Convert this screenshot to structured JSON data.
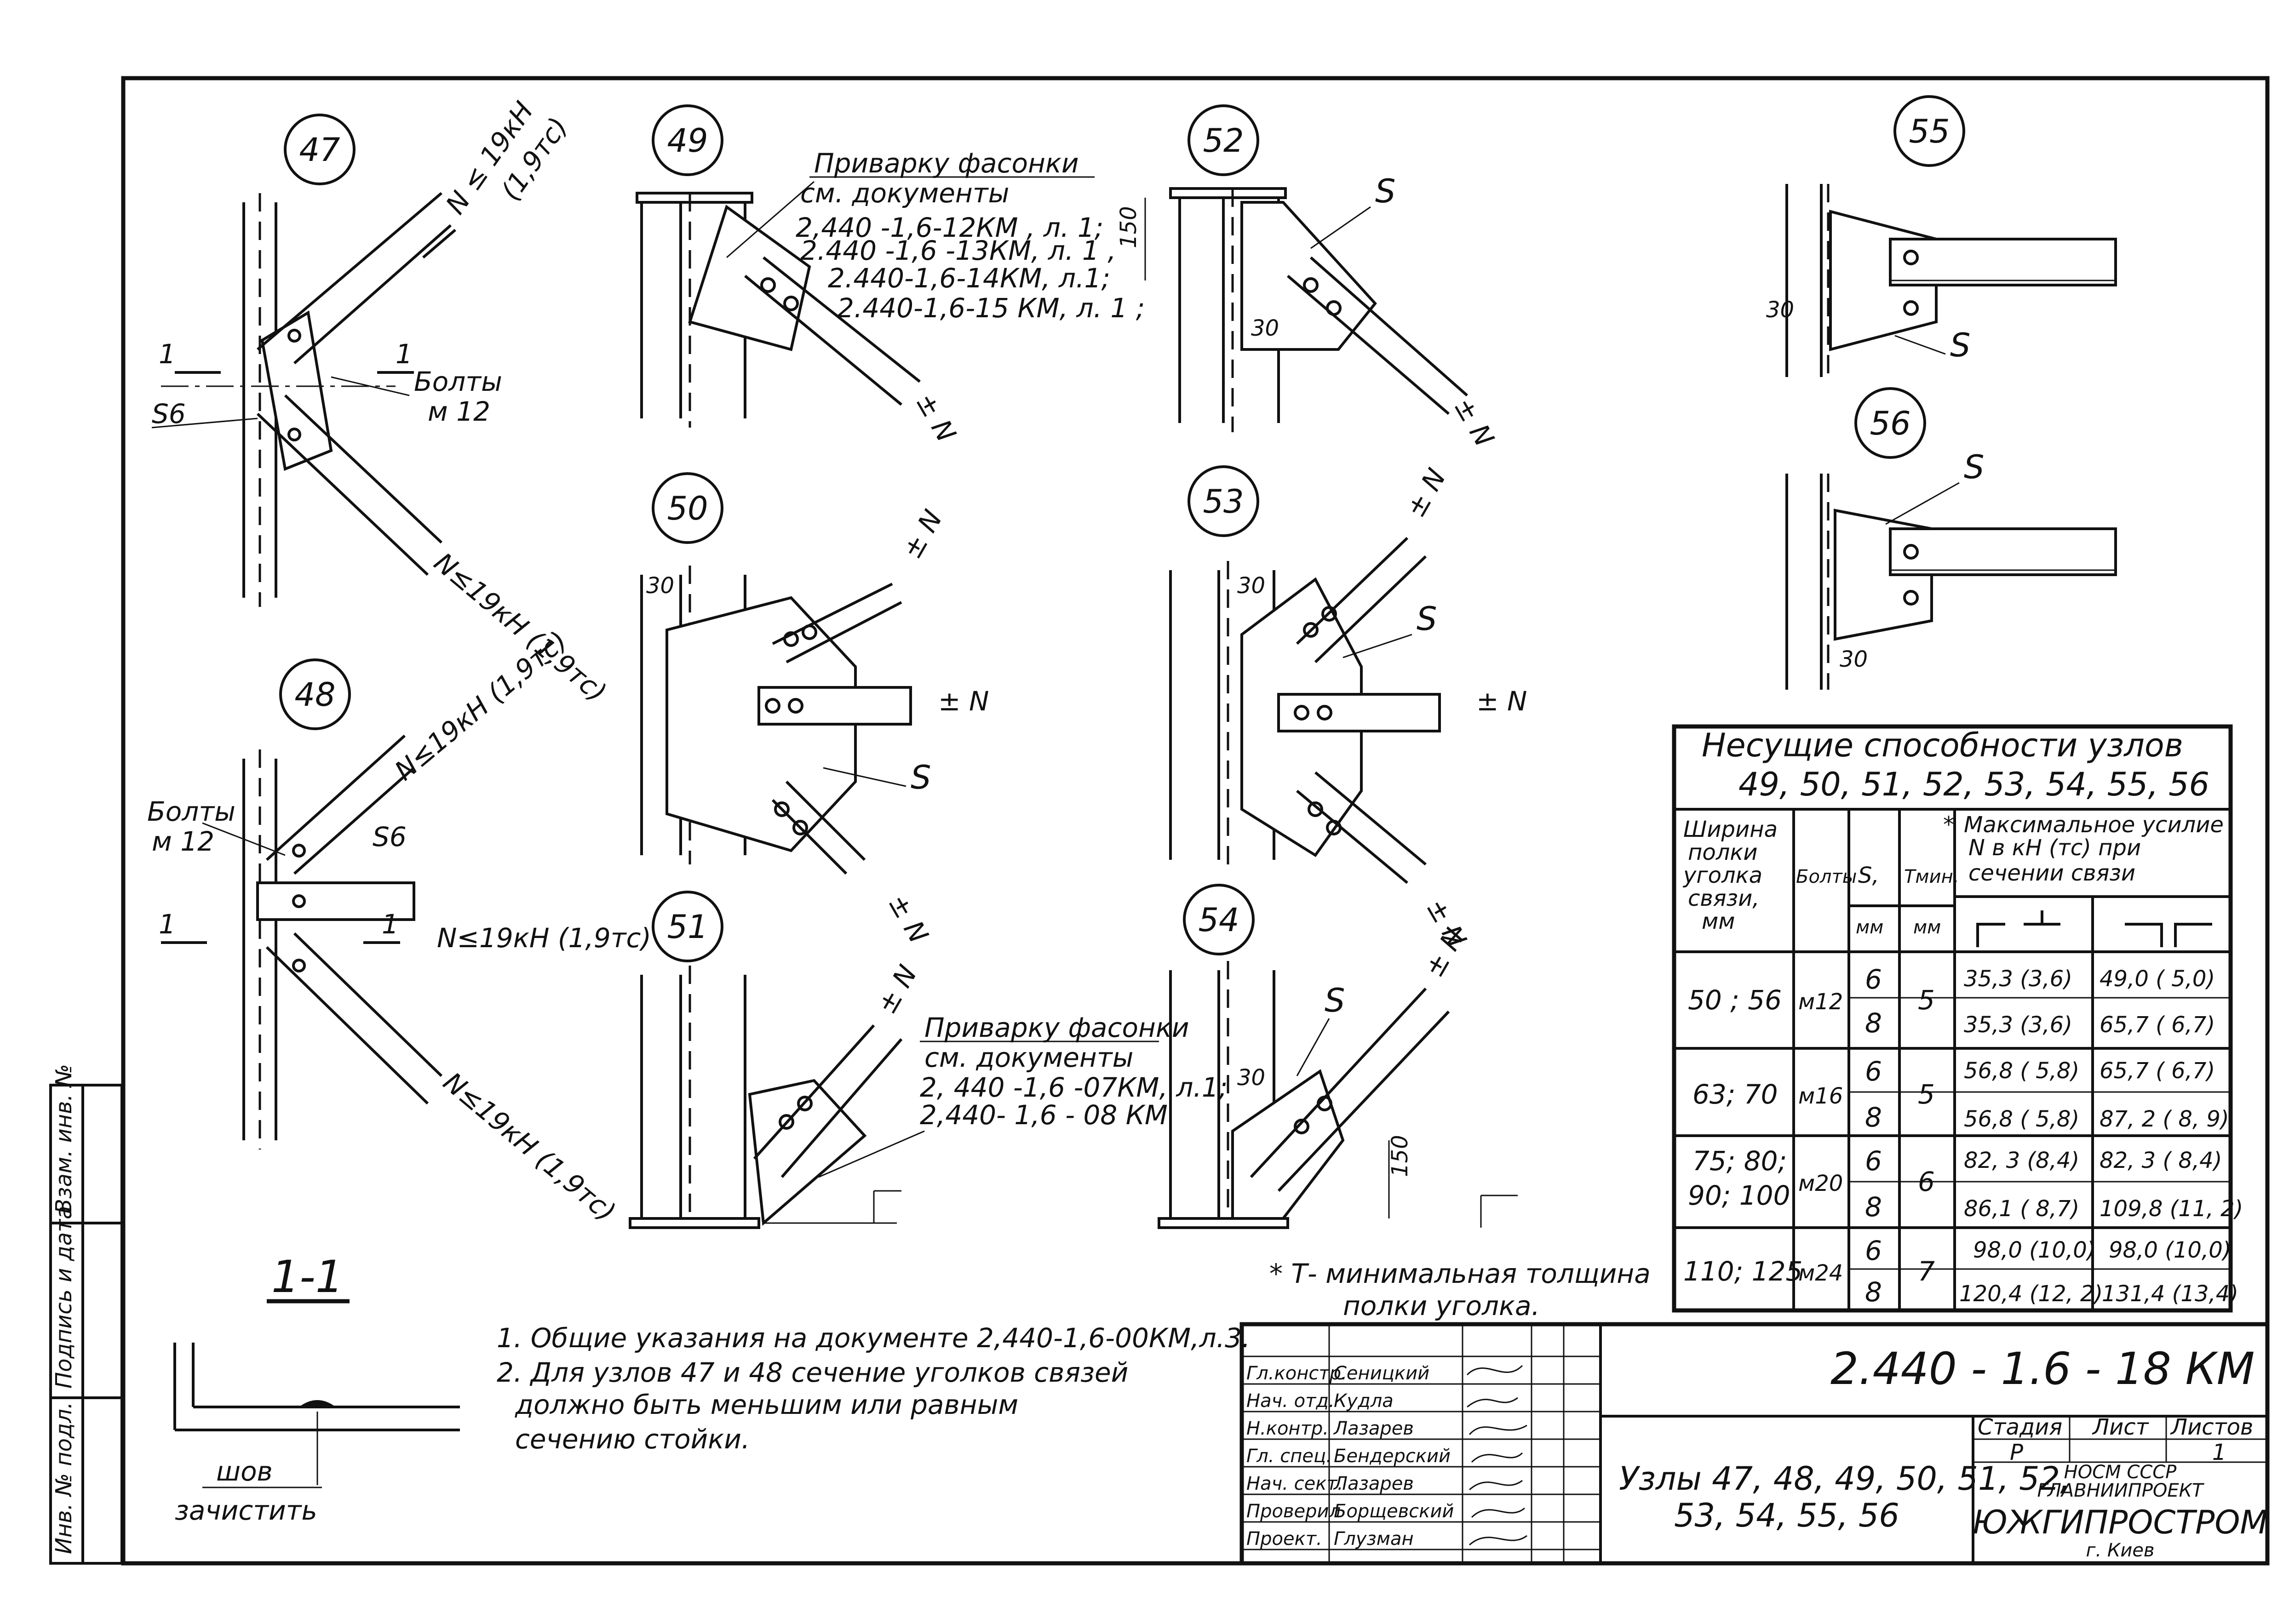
{
  "nodes": {
    "n47": "47",
    "n48": "48",
    "n49": "49",
    "n50": "50",
    "n51": "51",
    "n52": "52",
    "n53": "53",
    "n54": "54",
    "n55": "55",
    "n56": "56"
  },
  "labels": {
    "force_47_top": "N ≤ 19кН",
    "force_47_top_tc": "(1,9тс)",
    "force_47_bot": "N≤19кН (1,9тс)",
    "force_48_top": "N≤19кН (1,9тс)",
    "force_48_mid": "N≤19кН (1,9тс)",
    "force_48_bot": "N≤19кН (1,9тс)",
    "bolts": "Болты",
    "bolts_size": "м 12",
    "bolts_48": "Болты",
    "bolts_48_size": "м 12",
    "s6": "S6",
    "s6_48": "S6",
    "section_mark": "1",
    "pm_n": "± N",
    "s": "S",
    "dim_150": "150",
    "dim_30": "30",
    "section_title": "1-1",
    "weld": "шов",
    "weld_clean": "зачистить",
    "t_note": "* Т- минимальная толщина",
    "t_note_2": "полки уголка."
  },
  "weld_note_1": {
    "title": "Приварку фасонки",
    "lines": [
      "см. документы",
      "2,440 -1,6-12КМ , л. 1;",
      "2.440 -1,6 -13КМ, л. 1 ,",
      "2.440-1,6-14КМ, л.1;",
      "2.440-1,6-15 КМ, л. 1 ;"
    ]
  },
  "weld_note_2": {
    "title": "Приварку фасонки",
    "lines": [
      "см. документы",
      "2, 440 -1,6 -07КМ, л.1;",
      "2,440- 1,6 - 08 КМ"
    ]
  },
  "table": {
    "title_1": "Несущие  способности  узлов",
    "title_2": "49, 50, 51,  52, 53, 54,  55, 56",
    "col_width": [
      "Ширина",
      "полки",
      "уголка",
      "связи,",
      "мм"
    ],
    "col_bolts": "Болты",
    "col_s": "S,",
    "col_s_unit": "мм",
    "col_tmin": "Tмин,",
    "col_tmin_unit": "мм",
    "col_star": "*",
    "col_force": [
      "Максимальное усилие",
      "N в кН (тс)  при",
      "сечении   связи"
    ],
    "rows": [
      {
        "width": "50 ; 56",
        "bolt": "м12",
        "s": [
          "6",
          "8"
        ],
        "t": "5",
        "a": [
          "35,3 (3,6)",
          "35,3 (3,6)"
        ],
        "b": [
          "49,0 ( 5,0)",
          "65,7 ( 6,7)"
        ]
      },
      {
        "width": "63; 70",
        "bolt": "м16",
        "s": [
          "6",
          "8"
        ],
        "t": "5",
        "a": [
          "56,8 ( 5,8)",
          "56,8 ( 5,8)"
        ],
        "b": [
          "65,7 ( 6,7)",
          "87, 2 ( 8, 9)"
        ]
      },
      {
        "width": "75; 80;",
        "width2": "90; 100",
        "bolt": "м20",
        "s": [
          "6",
          "8"
        ],
        "t": "6",
        "a": [
          "82, 3 (8,4)",
          "86,1 ( 8,7)"
        ],
        "b": [
          "82, 3 ( 8,4)",
          "109,8 (11, 2)"
        ]
      },
      {
        "width": "110; 125",
        "bolt": "м24",
        "s": [
          "6",
          "8"
        ],
        "t": "7",
        "a": [
          "98,0 (10,0)",
          "120,4 (12, 2)"
        ],
        "b": [
          "98,0 (10,0)",
          "131,4 (13,4)"
        ]
      }
    ]
  },
  "notes": [
    "1. Общие указания на документе 2,440-1,6-00КМ,л.3.",
    "2. Для  узлов  47 и  48  сечение  уголков  связей",
    "должно  быть  меньшим  или  равным",
    "сечению   стойки."
  ],
  "side_stamp": [
    "Инв. № подл.",
    "Подпись и дата",
    "Взам. инв. №"
  ],
  "title_block": {
    "doc_code": "2.440 - 1.6 - 18 КМ",
    "roles": [
      "Гл.констр.",
      "Нач. отд.",
      "Н.контр.",
      "Гл. спец.",
      "Нач. сект.",
      "Проверил",
      "Проект."
    ],
    "names": [
      "Сеницкий",
      "Кудла",
      "Лазарев",
      "Бендерский",
      "Лазарев",
      "Борщевский",
      "Глузман"
    ],
    "title_1": "Узлы 47, 48, 49, 50, 51, 52,",
    "title_2": "53, 54, 55, 56",
    "stage_label": "Стадия",
    "sheet_label": "Лист",
    "sheets_label": "Листов",
    "stage": "Р",
    "sheets": "1",
    "org_1": "НОСМ СССР",
    "org_2": "ГЛАВНИИПРОЕКТ",
    "org_3": "ЮЖГИПРОСТРОМ",
    "org_4": "г. Киев"
  }
}
